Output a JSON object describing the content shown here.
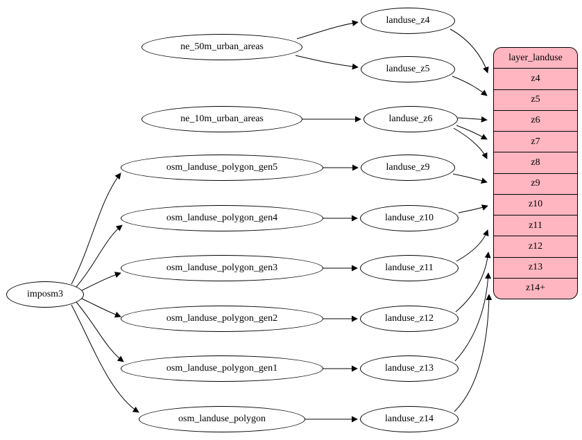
{
  "diagram": {
    "source": {
      "label": "imposm3"
    },
    "tables": [
      {
        "label": "ne_50m_urban_areas"
      },
      {
        "label": "ne_10m_urban_areas"
      },
      {
        "label": "osm_landuse_polygon_gen5"
      },
      {
        "label": "osm_landuse_polygon_gen4"
      },
      {
        "label": "osm_landuse_polygon_gen3"
      },
      {
        "label": "osm_landuse_polygon_gen2"
      },
      {
        "label": "osm_landuse_polygon_gen1"
      },
      {
        "label": "osm_landuse_polygon"
      }
    ],
    "views": [
      {
        "label": "landuse_z4"
      },
      {
        "label": "landuse_z5"
      },
      {
        "label": "landuse_z6"
      },
      {
        "label": "landuse_z9"
      },
      {
        "label": "landuse_z10"
      },
      {
        "label": "landuse_z11"
      },
      {
        "label": "landuse_z12"
      },
      {
        "label": "landuse_z13"
      },
      {
        "label": "landuse_z14"
      }
    ],
    "layer": {
      "title": "layer_landuse",
      "rows": [
        "z4",
        "z5",
        "z6",
        "z7",
        "z8",
        "z9",
        "z10",
        "z11",
        "z12",
        "z13",
        "z14+"
      ],
      "fill_color": "#ffb6c1"
    }
  }
}
